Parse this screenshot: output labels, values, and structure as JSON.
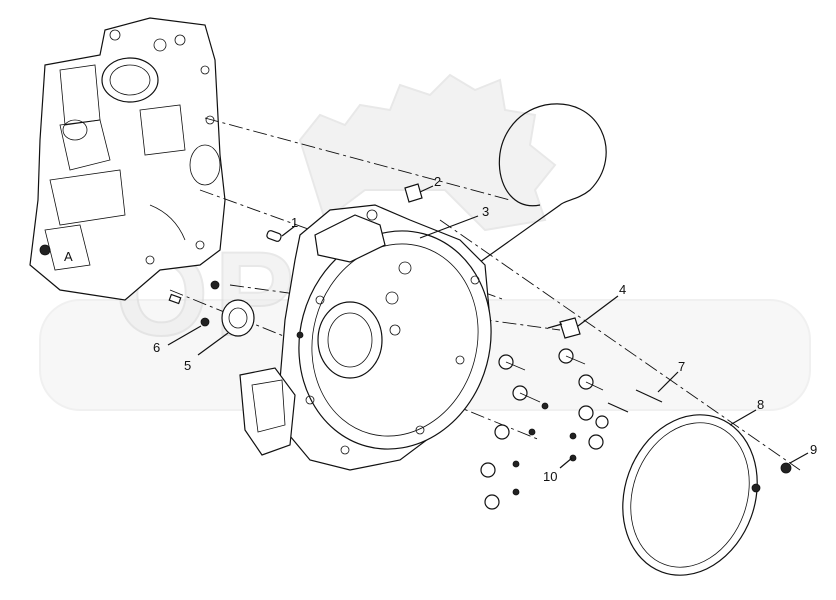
{
  "watermark": {
    "text": "OPEX"
  },
  "callouts": [
    "1",
    "2",
    "3",
    "4",
    "5",
    "6",
    "7",
    "8",
    "9",
    "10"
  ],
  "engine_block_label": "A"
}
